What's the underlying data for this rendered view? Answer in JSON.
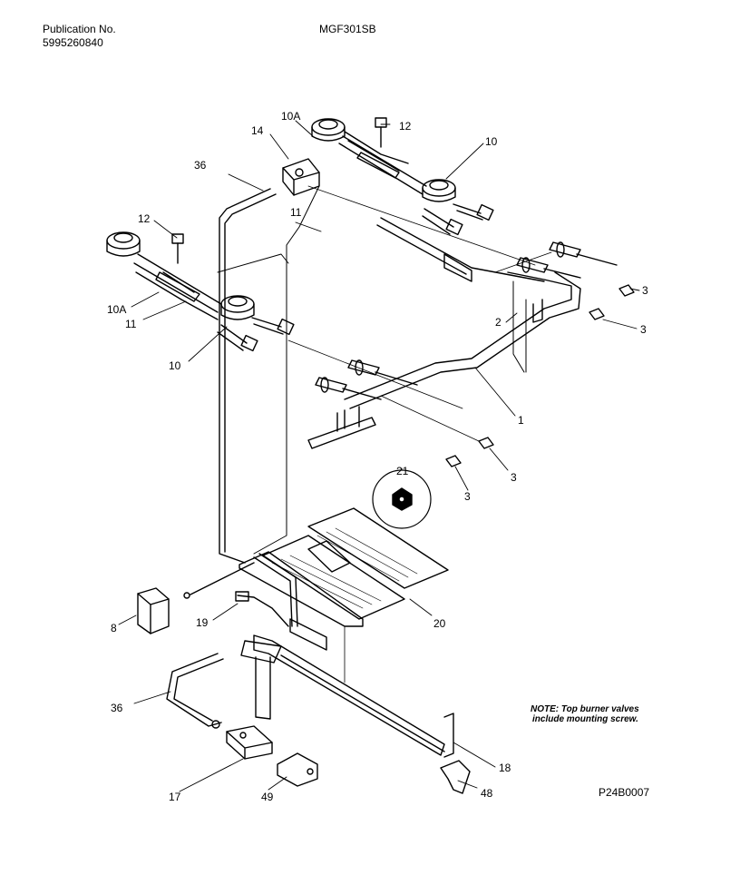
{
  "header": {
    "publication_label": "Publication No.",
    "publication_number": "5995260840",
    "model": "MGF301SB"
  },
  "callouts": {
    "c1": "1",
    "c2": "2",
    "c3a": "3",
    "c3b": "3",
    "c3c": "3",
    "c3d": "3",
    "c8": "8",
    "c10a": "10",
    "c10b": "10",
    "c10A_a": "10A",
    "c10A_b": "10A",
    "c11a": "11",
    "c11b": "11",
    "c12a": "12",
    "c12b": "12",
    "c14": "14",
    "c17": "17",
    "c18": "18",
    "c19": "19",
    "c20": "20",
    "c21": "21",
    "c36a": "36",
    "c36b": "36",
    "c48": "48",
    "c49": "49"
  },
  "note": {
    "line1": "NOTE: Top burner valves",
    "line2": "include mounting screw."
  },
  "diagram_code": "P24B0007"
}
